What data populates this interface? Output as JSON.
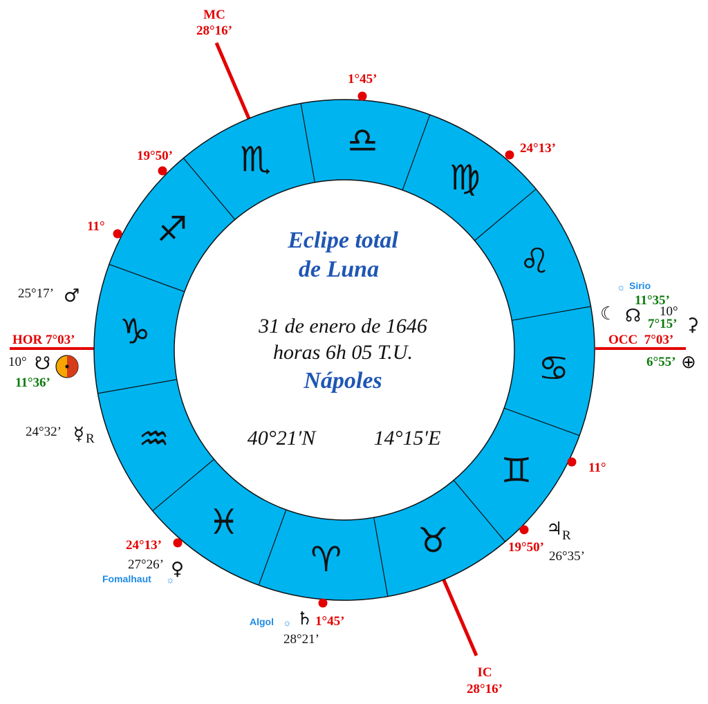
{
  "title": {
    "line1": "Eclipe total",
    "line2": "de Luna"
  },
  "info": {
    "date": "31 de enero de 1646",
    "time": "horas 6h 05 T.U.",
    "place": "Nápoles",
    "lat": "40°21′N",
    "lon": "14°15′E"
  },
  "axes": {
    "mc": {
      "label": "MC",
      "degree": "28°16’"
    },
    "ic": {
      "label": "IC",
      "degree": "28°16’"
    },
    "hor": {
      "label": "HOR 7°03’"
    },
    "occ": {
      "label": "OCC  7°03’"
    }
  },
  "signs": [
    {
      "name": "scorpio",
      "glyph": "♏"
    },
    {
      "name": "libra",
      "glyph": "♎"
    },
    {
      "name": "virgo",
      "glyph": "♍"
    },
    {
      "name": "leo",
      "glyph": "♌"
    },
    {
      "name": "cancer",
      "glyph": "♋"
    },
    {
      "name": "gemini",
      "glyph": "♊"
    },
    {
      "name": "taurus",
      "glyph": "♉"
    },
    {
      "name": "aries",
      "glyph": "♈"
    },
    {
      "name": "pisces",
      "glyph": "♓"
    },
    {
      "name": "aquarius",
      "glyph": "♒"
    },
    {
      "name": "capricorn",
      "glyph": "♑"
    },
    {
      "name": "sagittarius",
      "glyph": "♐"
    }
  ],
  "cusps": [
    {
      "name": "cusp-top",
      "label": "1°45’"
    },
    {
      "name": "cusp-upper-right",
      "label": "24°13’"
    },
    {
      "name": "cusp-lower-right",
      "label": "11°"
    },
    {
      "name": "cusp-bottom-right",
      "label": "19°50’"
    },
    {
      "name": "cusp-bottom",
      "label": "1°45’"
    },
    {
      "name": "cusp-lower-left",
      "label": "24°13’"
    },
    {
      "name": "cusp-upper-left",
      "label": "11°"
    },
    {
      "name": "cusp-top-left",
      "label": "19°50’"
    }
  ],
  "planets": {
    "mars": {
      "degree": "25°17’",
      "glyph": "♂"
    },
    "south_node_left": {
      "degree": "10°",
      "glyph": "☋"
    },
    "sun": {
      "degree": "11°36’"
    },
    "mercury": {
      "degree": "24°32’",
      "glyph": "☿",
      "retro": "R"
    },
    "venus": {
      "degree": "27°26’",
      "glyph": "♀"
    },
    "saturn": {
      "degree": "28°21’",
      "glyph": "♄"
    },
    "jupiter": {
      "degree": "26°35’",
      "glyph": "♃",
      "retro": "R"
    },
    "moon": {
      "degree": "11°35’",
      "glyph": "☾"
    },
    "north_node": {
      "degree": "10°",
      "glyph": "☊"
    },
    "ceres": {
      "degree": "7°15’",
      "glyph": "⚳"
    },
    "earth": {
      "degree": "6°55’",
      "glyph": "⊕"
    }
  },
  "stars": {
    "sirio": "Sirio",
    "fomalhaut": "Fomalhaut",
    "algol": "Algol",
    "glyph": "☼"
  },
  "colors": {
    "ring": "#00b4f0",
    "axis": "#e30000",
    "title": "#1f56b4",
    "green": "#0b7a0b",
    "star": "#1e8ae6",
    "sun": "#f7a600"
  }
}
